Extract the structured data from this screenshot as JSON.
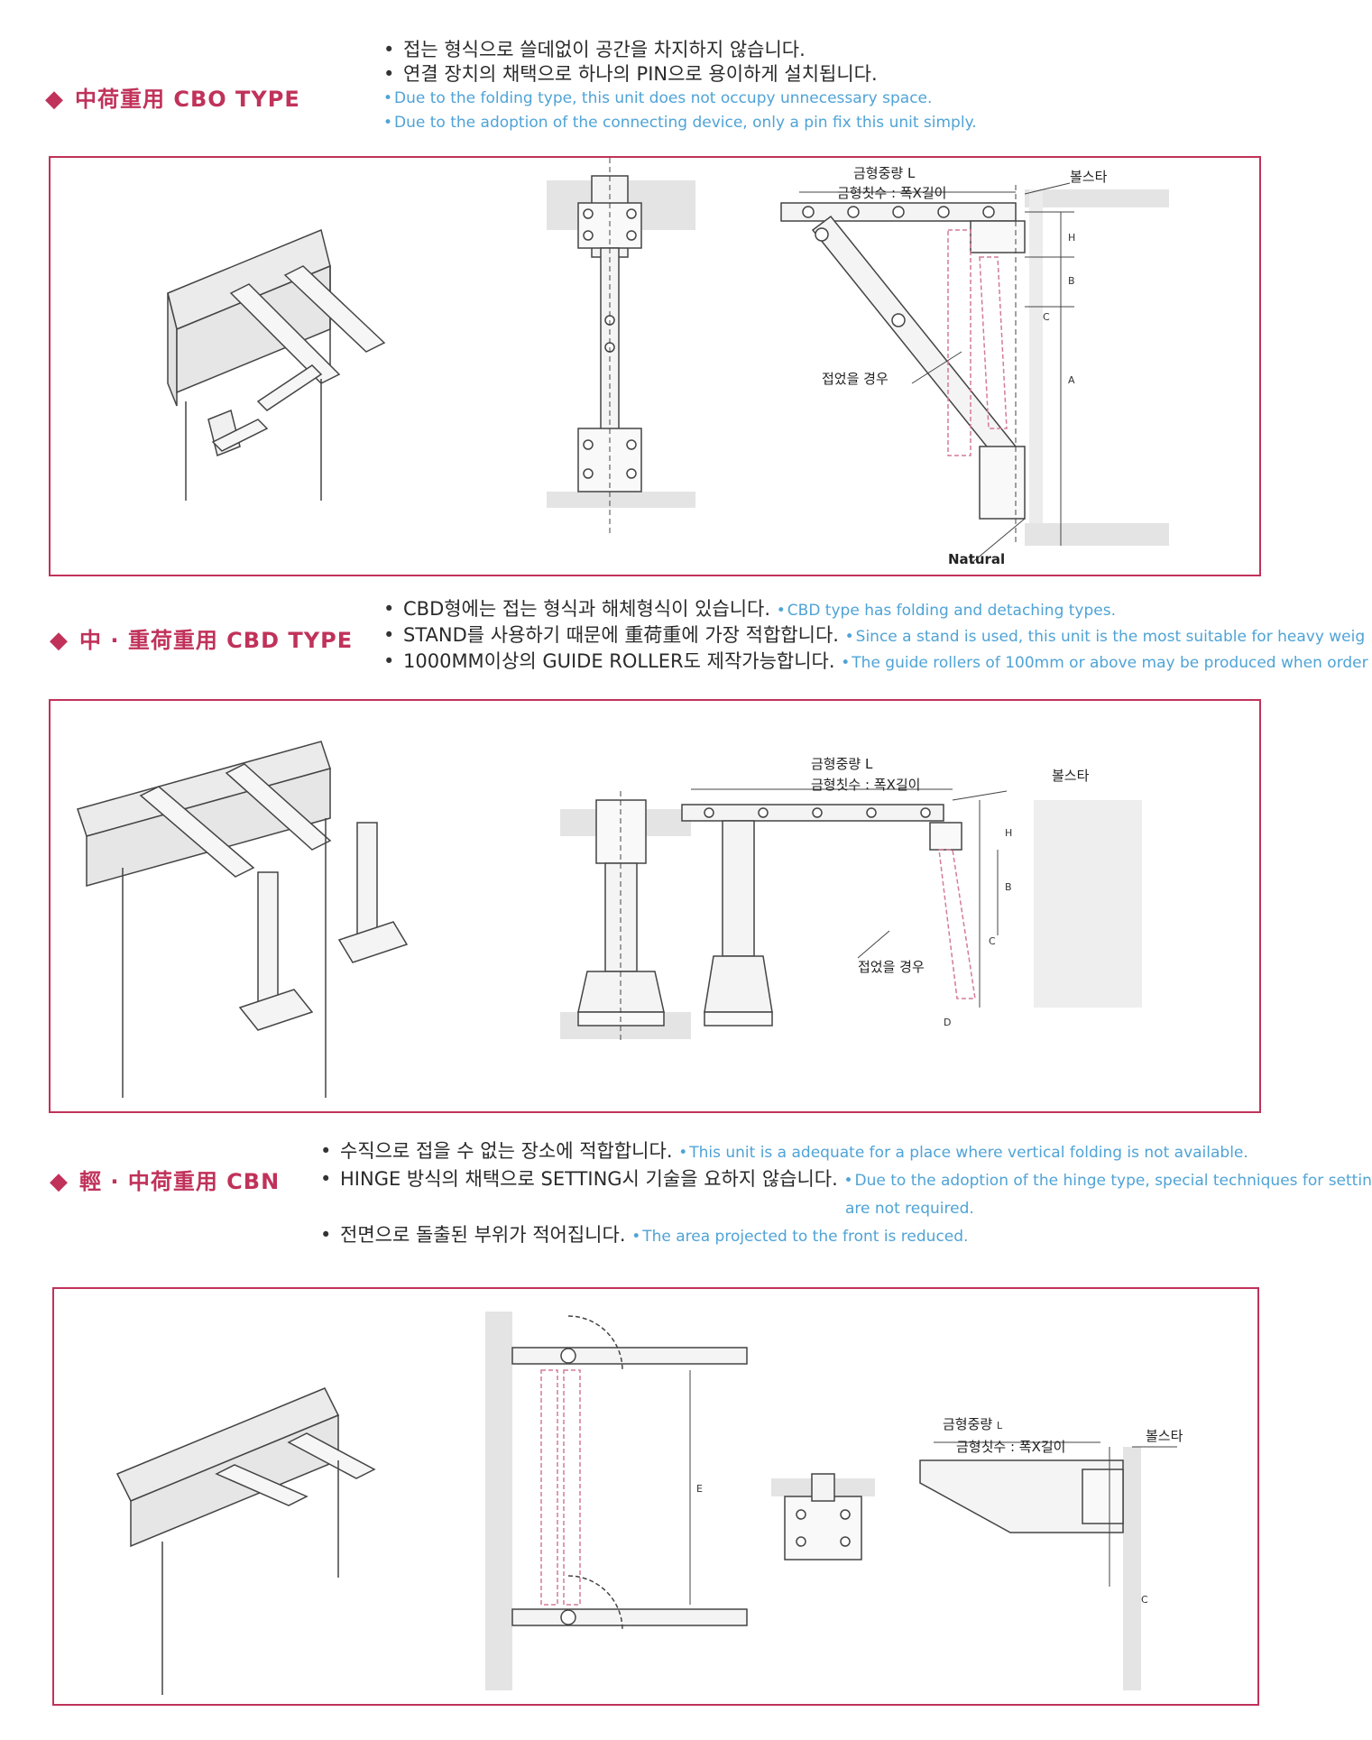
{
  "sections": [
    {
      "title": "中荷重用 CBO TYPE",
      "bullets_kr": [
        "접는 형식으로 쓸데없이 공간을 차지하지 않습니다.",
        "연결 장치의 채택으로 하나의 PIN으로 용이하게 설치됩니다."
      ],
      "bullets_en": [
        "Due to the folding type, this unit does not occupy unnecessary space.",
        "Due to the adoption of the connecting device, only a pin fix this unit simply."
      ],
      "diagram": {
        "weight_label": "금형중량 L",
        "size_label": "금형칫수 : 폭X길이",
        "bolster_label": "볼스타",
        "folded_label": "접었을 경우",
        "natural_label": "Natural",
        "dims": [
          "H",
          "B",
          "C",
          "A"
        ]
      }
    },
    {
      "title": "中 · 重荷重用 CBD TYPE",
      "lines": [
        {
          "kr": "CBD형에는 접는 형식과 해체형식이 있습니다.",
          "en": "CBD type has folding and detaching types."
        },
        {
          "kr": "STAND를 사용하기 때문에 重荷重에 가장 적합합니다.",
          "en": "Since a stand is used, this unit is the most suitable for heavy weig"
        },
        {
          "kr": "1000MM이상의 GUIDE ROLLER도 제작가능합니다.",
          "en": "The guide rollers of 100mm or above may be produced when order"
        }
      ],
      "diagram": {
        "weight_label": "금형중량 L",
        "size_label": "금형칫수 : 폭X길이",
        "bolster_label": "볼스타",
        "folded_label": "접었을 경우",
        "dims": [
          "H",
          "B",
          "C",
          "D"
        ]
      }
    },
    {
      "title": "輕 · 中荷重用 CBN",
      "lines": [
        {
          "kr": "수직으로 접을 수 없는 장소에 적합합니다.",
          "en": "This unit is a adequate for a place where vertical folding is not available."
        },
        {
          "kr": "HINGE 방식의 채택으로 SETTING시 기술을 요하지 않습니다.",
          "en": "Due to the adoption of the hinge type, special techniques for settin",
          "en2": "are not required."
        },
        {
          "kr": "전면으로 돌출된 부위가 적어집니다.",
          "en": "The area projected to the front is reduced."
        }
      ],
      "diagram": {
        "weight_label": "금형중량",
        "weight_suffix": "L",
        "size_label": "금형칫수 : 폭X길이",
        "bolster_label": "볼스타",
        "dims": [
          "E",
          "C"
        ]
      }
    }
  ],
  "colors": {
    "accent": "#c0325a",
    "english": "#4fa3d6",
    "folded": "#d47a9a"
  }
}
